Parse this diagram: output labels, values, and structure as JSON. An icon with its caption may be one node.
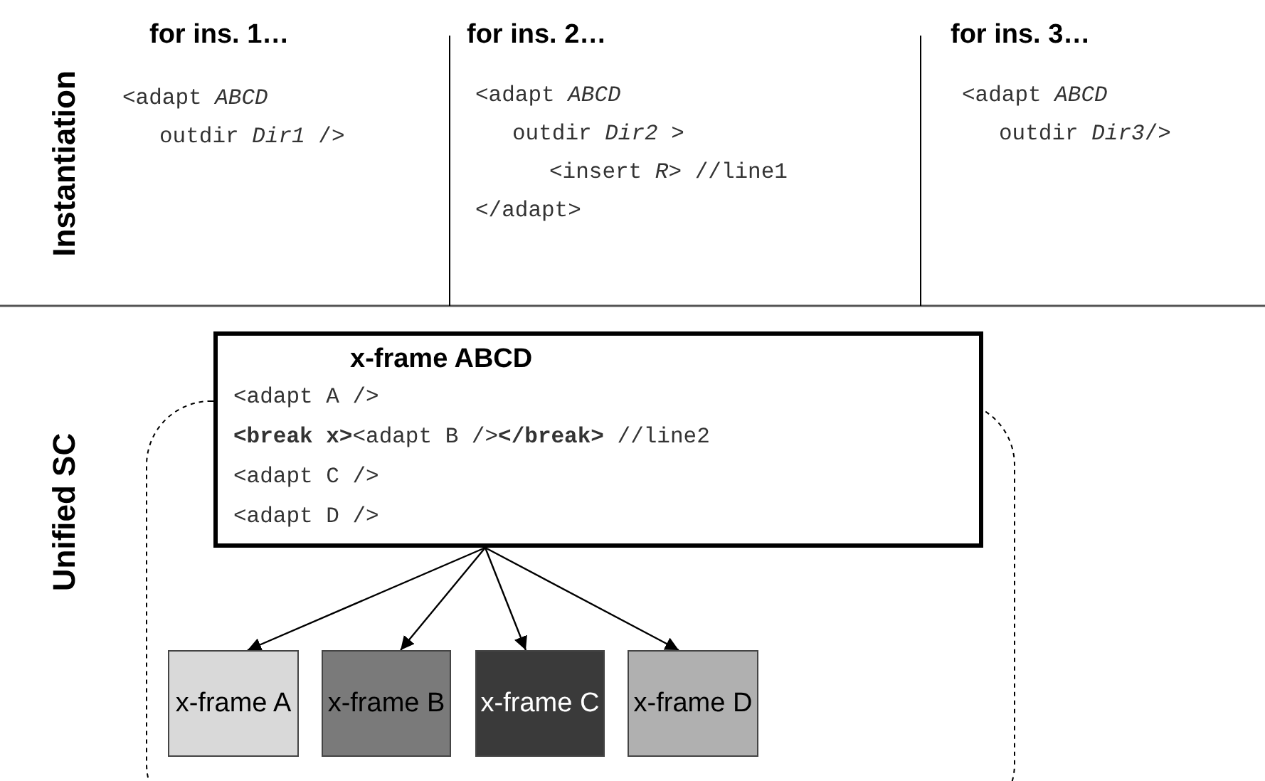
{
  "diagram": {
    "nodes": [
      {
        "text": [
          "x-frame ABCD",
          "<adapt A />",
          "**<break x>**<adapt B />**</break>** //line2",
          "<adapt C />",
          "<adapt D />"
        ]
      },
      {
        "text": [
          "x-frame A"
        ]
      },
      {
        "text": [
          "x-frame B"
        ]
      },
      {
        "text": [
          "x-frame C"
        ]
      },
      {
        "text": [
          "x-frame D"
        ]
      }
    ],
    "edges": [
      {
        "from": 0,
        "to": 1,
        "arrow": "to"
      },
      {
        "from": 0,
        "to": 2,
        "arrow": "to"
      },
      {
        "from": 0,
        "to": 3,
        "arrow": "to"
      },
      {
        "from": 0,
        "to": 4,
        "arrow": "to"
      }
    ],
    "labels": [
      "Instantiation",
      "for ins. 1…",
      "for ins. 2…",
      "for ins. 3…",
      "<adapt *ABCD*",
      "outdir *Dir1* />",
      "<adapt *ABCD*",
      "outdir *Dir2* >",
      "<insert *R*> //line1",
      "</adapt>",
      "<adapt *ABCD*",
      "outdir *Dir3*/>",
      "Unified SC"
    ]
  }
}
